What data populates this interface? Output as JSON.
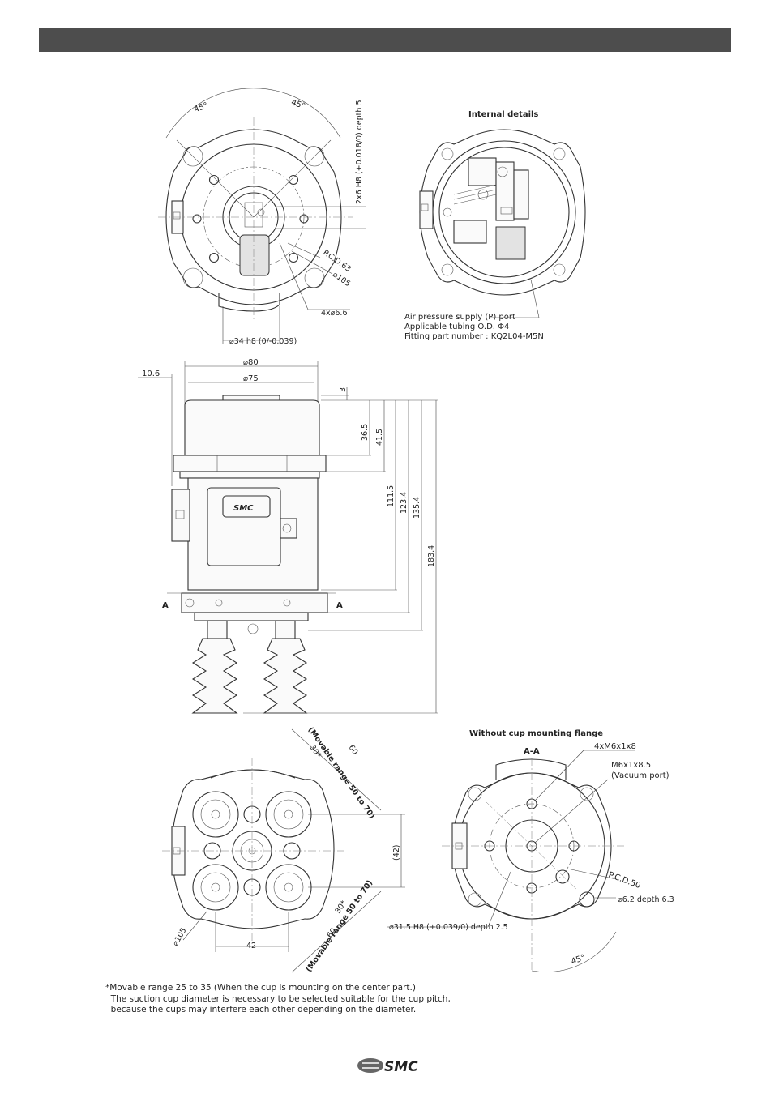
{
  "top_view": {
    "angle_left": "45°",
    "angle_right": "45°",
    "pin_hole": "2x6 H8 (+0.018/0) depth 5",
    "pcd": "P.C.D.63",
    "diameter_outer": "⌀105",
    "holes": "4x⌀6.6",
    "boss": "⌀34 h8 (0/-0.039)"
  },
  "internal": {
    "title": "Internal details",
    "note_lines": [
      "Air pressure supply (P) port",
      "Applicable tubing O.D. Φ4",
      "Fitting part number : KQ2L04-M5N"
    ]
  },
  "side_view": {
    "d80": "⌀80",
    "d75": "⌀75",
    "offset": "10.6",
    "h3": "3",
    "h36_5": "36.5",
    "h41_5": "41.5",
    "h111_5": "111.5",
    "h123_4": "123.4",
    "h135_4": "135.4",
    "h183_4": "183.4",
    "section_left": "A",
    "section_right": "A",
    "logo": "SMC"
  },
  "bottom_view": {
    "range_top": "(Movable range 50 to 70)",
    "range_bottom": "(Movable range 50 to 70)",
    "d60_top": "60",
    "d60_bottom": "60",
    "angle_top": "30*",
    "angle_bottom": "30*",
    "pitch_v": "(42)",
    "pitch_h": "42",
    "d105": "⌀105"
  },
  "section_view": {
    "title": "Without cup mounting flange",
    "section_label": "A-A",
    "tapped": "4xM6x1x8",
    "vacuum_thread": "M6x1x8.5",
    "vacuum_label": "(Vacuum port)",
    "pcd": "P.C.D.50",
    "pin_hole": "⌀6.2 depth 6.3",
    "spigot": "⌀31.5 H8 (+0.039/0) depth 2.5",
    "angle": "45°"
  },
  "notes": [
    "*Movable range 25 to 35 (When the cup is mounting on the center part.)",
    "  The suction cup diameter is necessary to be selected suitable for the cup pitch,",
    "  because the cups may interfere each other depending on the diameter."
  ],
  "footer": {
    "logo": "SMC"
  }
}
